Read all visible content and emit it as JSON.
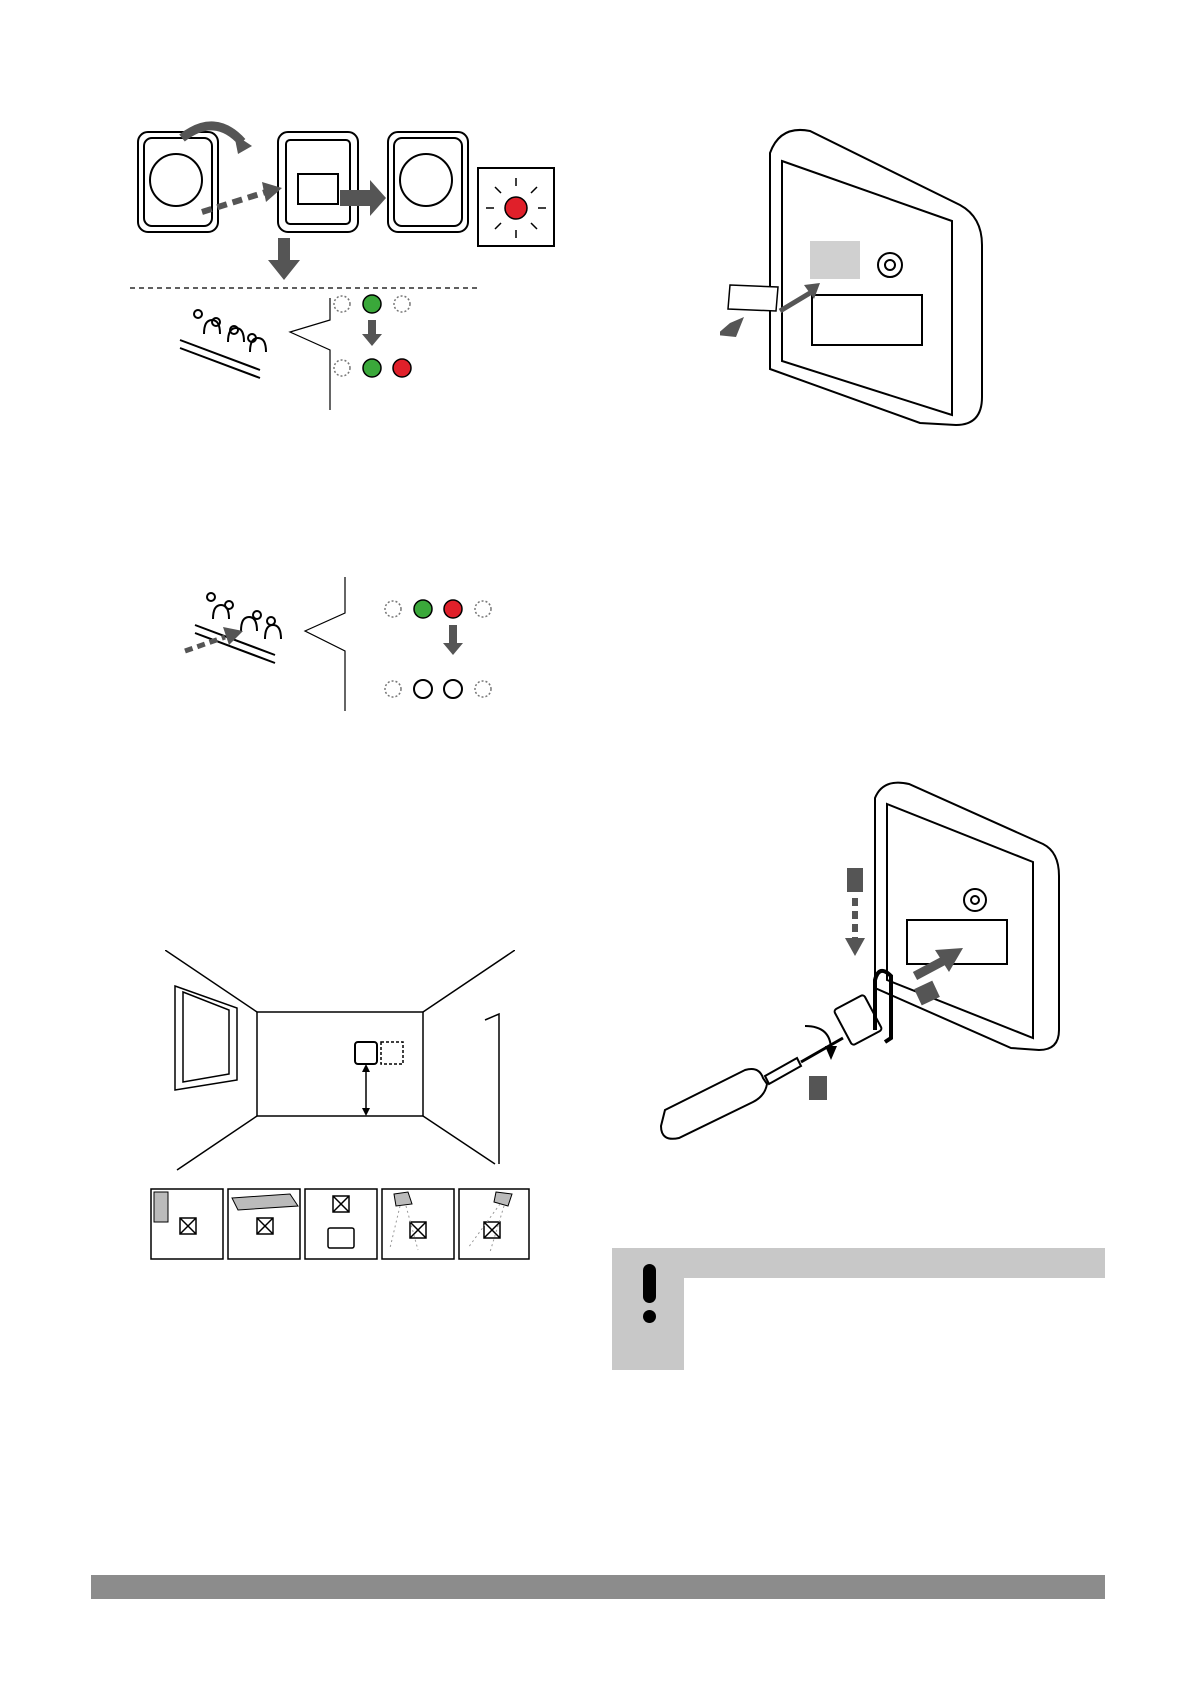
{
  "colors": {
    "led_green": "#3aa83a",
    "led_red": "#e0202a",
    "arrow_grey": "#555555",
    "panel_grey": "#c8c8c8",
    "footer_grey": "#8c8c8c"
  },
  "figures": [
    "thermostat-registration-figure",
    "thermostat-back-label-figure",
    "controller-channel-confirm-figure",
    "room-placement-figure",
    "placement-restrictions-figure",
    "sensor-wiring-figure"
  ],
  "icons": [
    "warning-exclamation-icon",
    "tv-icon",
    "lamp-icon",
    "shower-icon",
    "window-icon",
    "radiator-icon"
  ],
  "note": {
    "heading": "",
    "body": ""
  }
}
